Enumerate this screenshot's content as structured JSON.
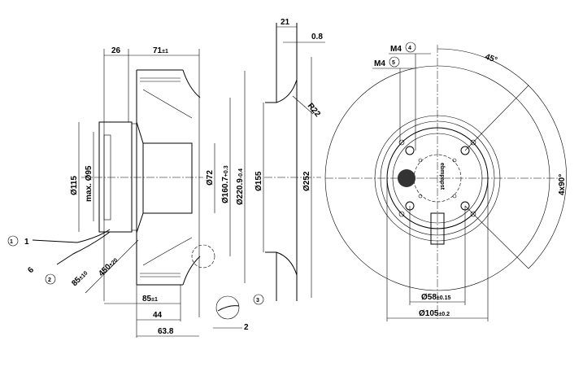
{
  "side_view": {
    "dim_26": "26",
    "dim_71": "71",
    "dim_71_tol": "±1",
    "dim_d115": "Ø115",
    "dim_max_d95": "max. Ø95",
    "dim_d72": "Ø72",
    "dim_d160": "Ø160.7",
    "dim_d160_tol": "+0.3",
    "dim_d220": "Ø220.9",
    "dim_d220_tol": "-0.4",
    "dim_6": "6",
    "dim_85_cable": "85",
    "dim_85_cable_tol": "±10",
    "dim_450": "450",
    "dim_450_tol": "±20",
    "dim_85": "85",
    "dim_85_tol": "±1",
    "dim_44": "44",
    "dim_63_8": "63.8",
    "dim_2": "2",
    "callout_1": "1",
    "callout_2": "2",
    "callout_3": "3"
  },
  "inlet_ring": {
    "dim_21": "21",
    "dim_0_8": "0.8",
    "dim_r22": "R22",
    "dim_d155": "Ø155",
    "dim_d252": "Ø252"
  },
  "front_view": {
    "thread_m4_a": "M4",
    "callout_4": "4",
    "thread_m4_b": "M4",
    "callout_5": "5",
    "angle_45": "45°",
    "angle_4x90": "4x90°",
    "dim_d58": "Ø58",
    "dim_d58_tol": "±0.15",
    "dim_d105": "Ø105",
    "dim_d105_tol": "±0.2",
    "logo_text": "ebmpapst"
  }
}
